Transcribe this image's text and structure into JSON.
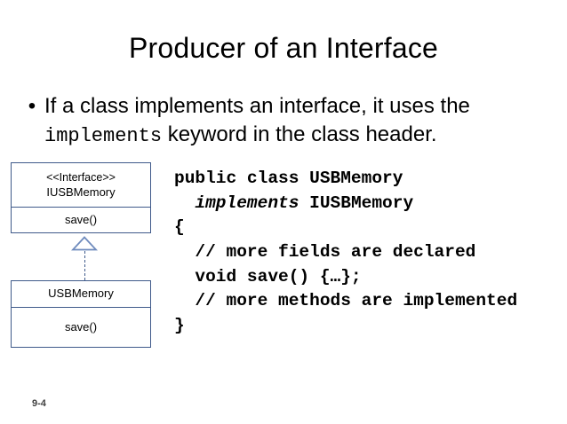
{
  "slide": {
    "title": "Producer of an Interface",
    "bullet": {
      "marker": "•",
      "part1": "If a class implements an interface, it uses the ",
      "mono": "implements",
      "part2": " keyword in the class header."
    },
    "uml": {
      "interface_box": {
        "stereotype": "<<Interface>>",
        "name": "IUSBMemory",
        "method": "save()"
      },
      "class_box": {
        "name": "USBMemory",
        "method": "save()"
      },
      "relation": "realization-dashed-arrow"
    },
    "code": {
      "line1": "public class USBMemory",
      "line2_indent": "  ",
      "line2_italic": "implements",
      "line2_rest": " IUSBMemory",
      "line3": "{",
      "line4": "  // more fields are declared",
      "line5": "  void save() {…};",
      "line6": "  // more methods are implemented",
      "line7": "}"
    },
    "page_number": "9-4"
  }
}
